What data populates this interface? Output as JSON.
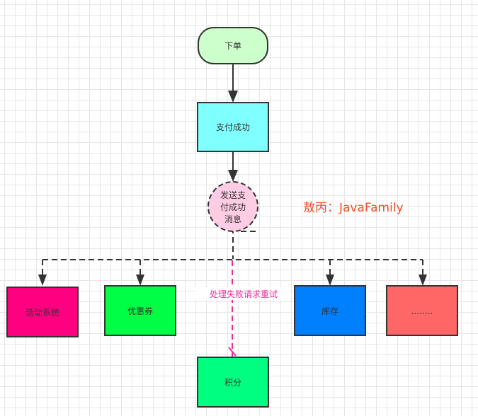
{
  "diagram": {
    "nodes": {
      "order": {
        "label": "下单",
        "fill": "#ccffcc"
      },
      "payment_success": {
        "label": "支付成功",
        "fill": "#80ffff"
      },
      "send_message": {
        "label_lines": [
          "发送支",
          "付成功",
          "消息"
        ],
        "fill": "#ffcce6"
      },
      "activity_system": {
        "label": "活动系统",
        "fill": "#ff0080"
      },
      "coupon": {
        "label": "优惠券",
        "fill": "#00ff44"
      },
      "inventory": {
        "label": "库存",
        "fill": "#007fff"
      },
      "more": {
        "label": "........",
        "fill": "#ff6666"
      },
      "points": {
        "label": "积分",
        "fill": "#00ff80"
      }
    },
    "edges": [
      {
        "from": "order",
        "to": "payment_success",
        "style": "solid"
      },
      {
        "from": "payment_success",
        "to": "send_message",
        "style": "solid"
      },
      {
        "from": "send_message",
        "to": "activity_system",
        "style": "dashed"
      },
      {
        "from": "send_message",
        "to": "coupon",
        "style": "dashed"
      },
      {
        "from": "send_message",
        "to": "inventory",
        "style": "dashed"
      },
      {
        "from": "send_message",
        "to": "more",
        "style": "dashed"
      },
      {
        "from": "send_message",
        "to": "points",
        "style": "dashed-failed",
        "label": "处理失败请求重试",
        "color": "#ee2b9a"
      }
    ],
    "annotation": {
      "text": "敖丙：JavaFamily",
      "color": "#f0502d"
    }
  }
}
